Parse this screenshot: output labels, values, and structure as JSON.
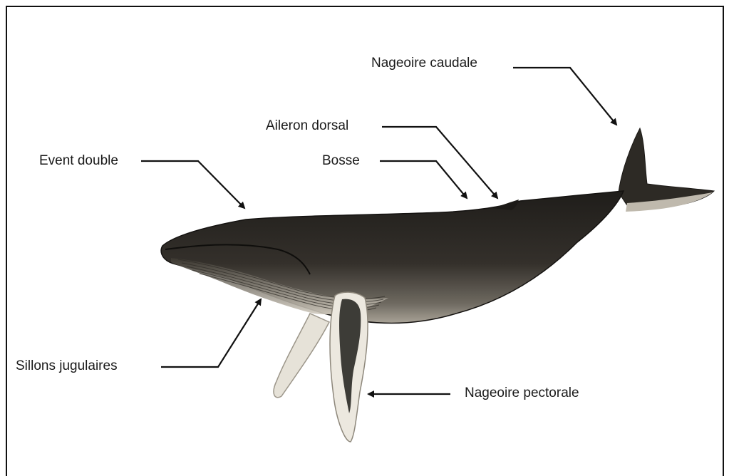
{
  "labels": {
    "caudal": "Nageoire  caudale",
    "dorsal": "Aileron dorsal",
    "blowhole": "Event double",
    "hump": "Bosse",
    "throat": "Sillons jugulaires",
    "pectoral": "Nageoire pectorale"
  },
  "colors": {
    "body_dark": "#2a2723",
    "belly": "#8f8a80",
    "fin_light": "#e8e4dc",
    "arrow": "#111111",
    "frame": "#111111"
  }
}
